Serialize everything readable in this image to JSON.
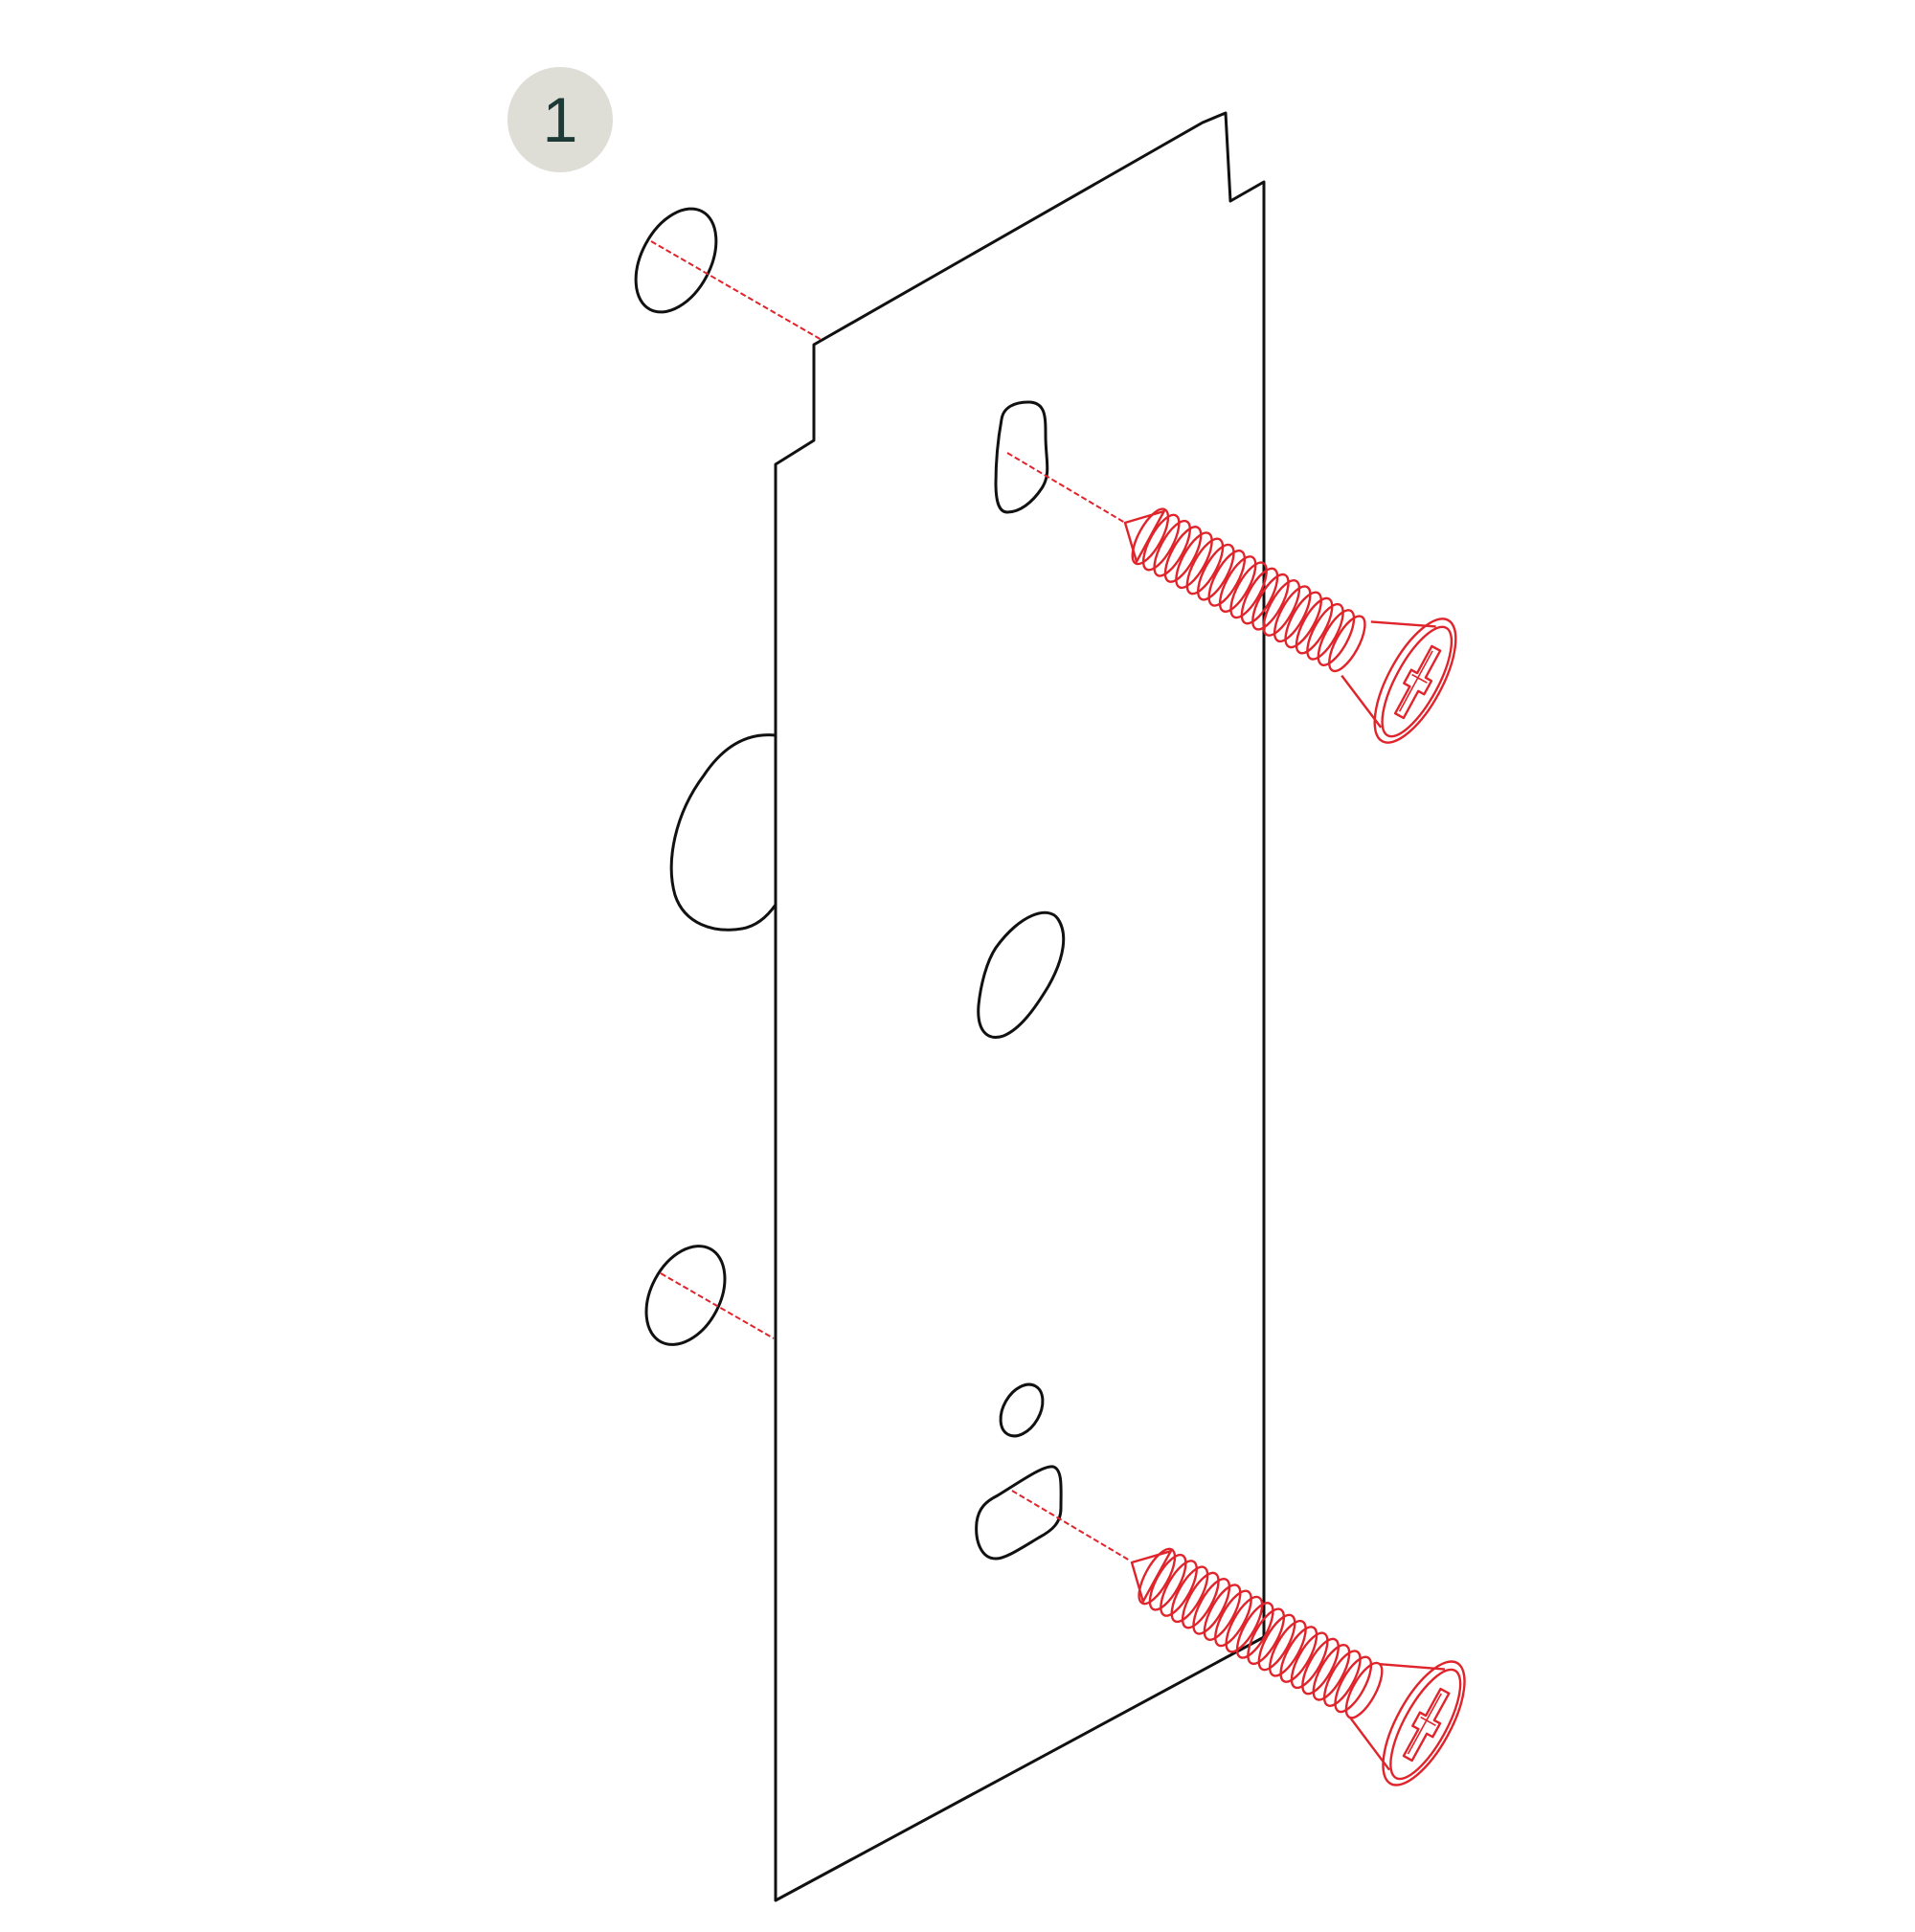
{
  "step": {
    "number": "1"
  },
  "colors": {
    "outline": "#111111",
    "accent": "#e0242b",
    "badge_bg": "#deddd6",
    "badge_text": "#1d3a36"
  },
  "parts": {
    "plate": "mounting-plate",
    "screws": [
      "countersunk-phillips-screw",
      "countersunk-phillips-screw"
    ]
  }
}
